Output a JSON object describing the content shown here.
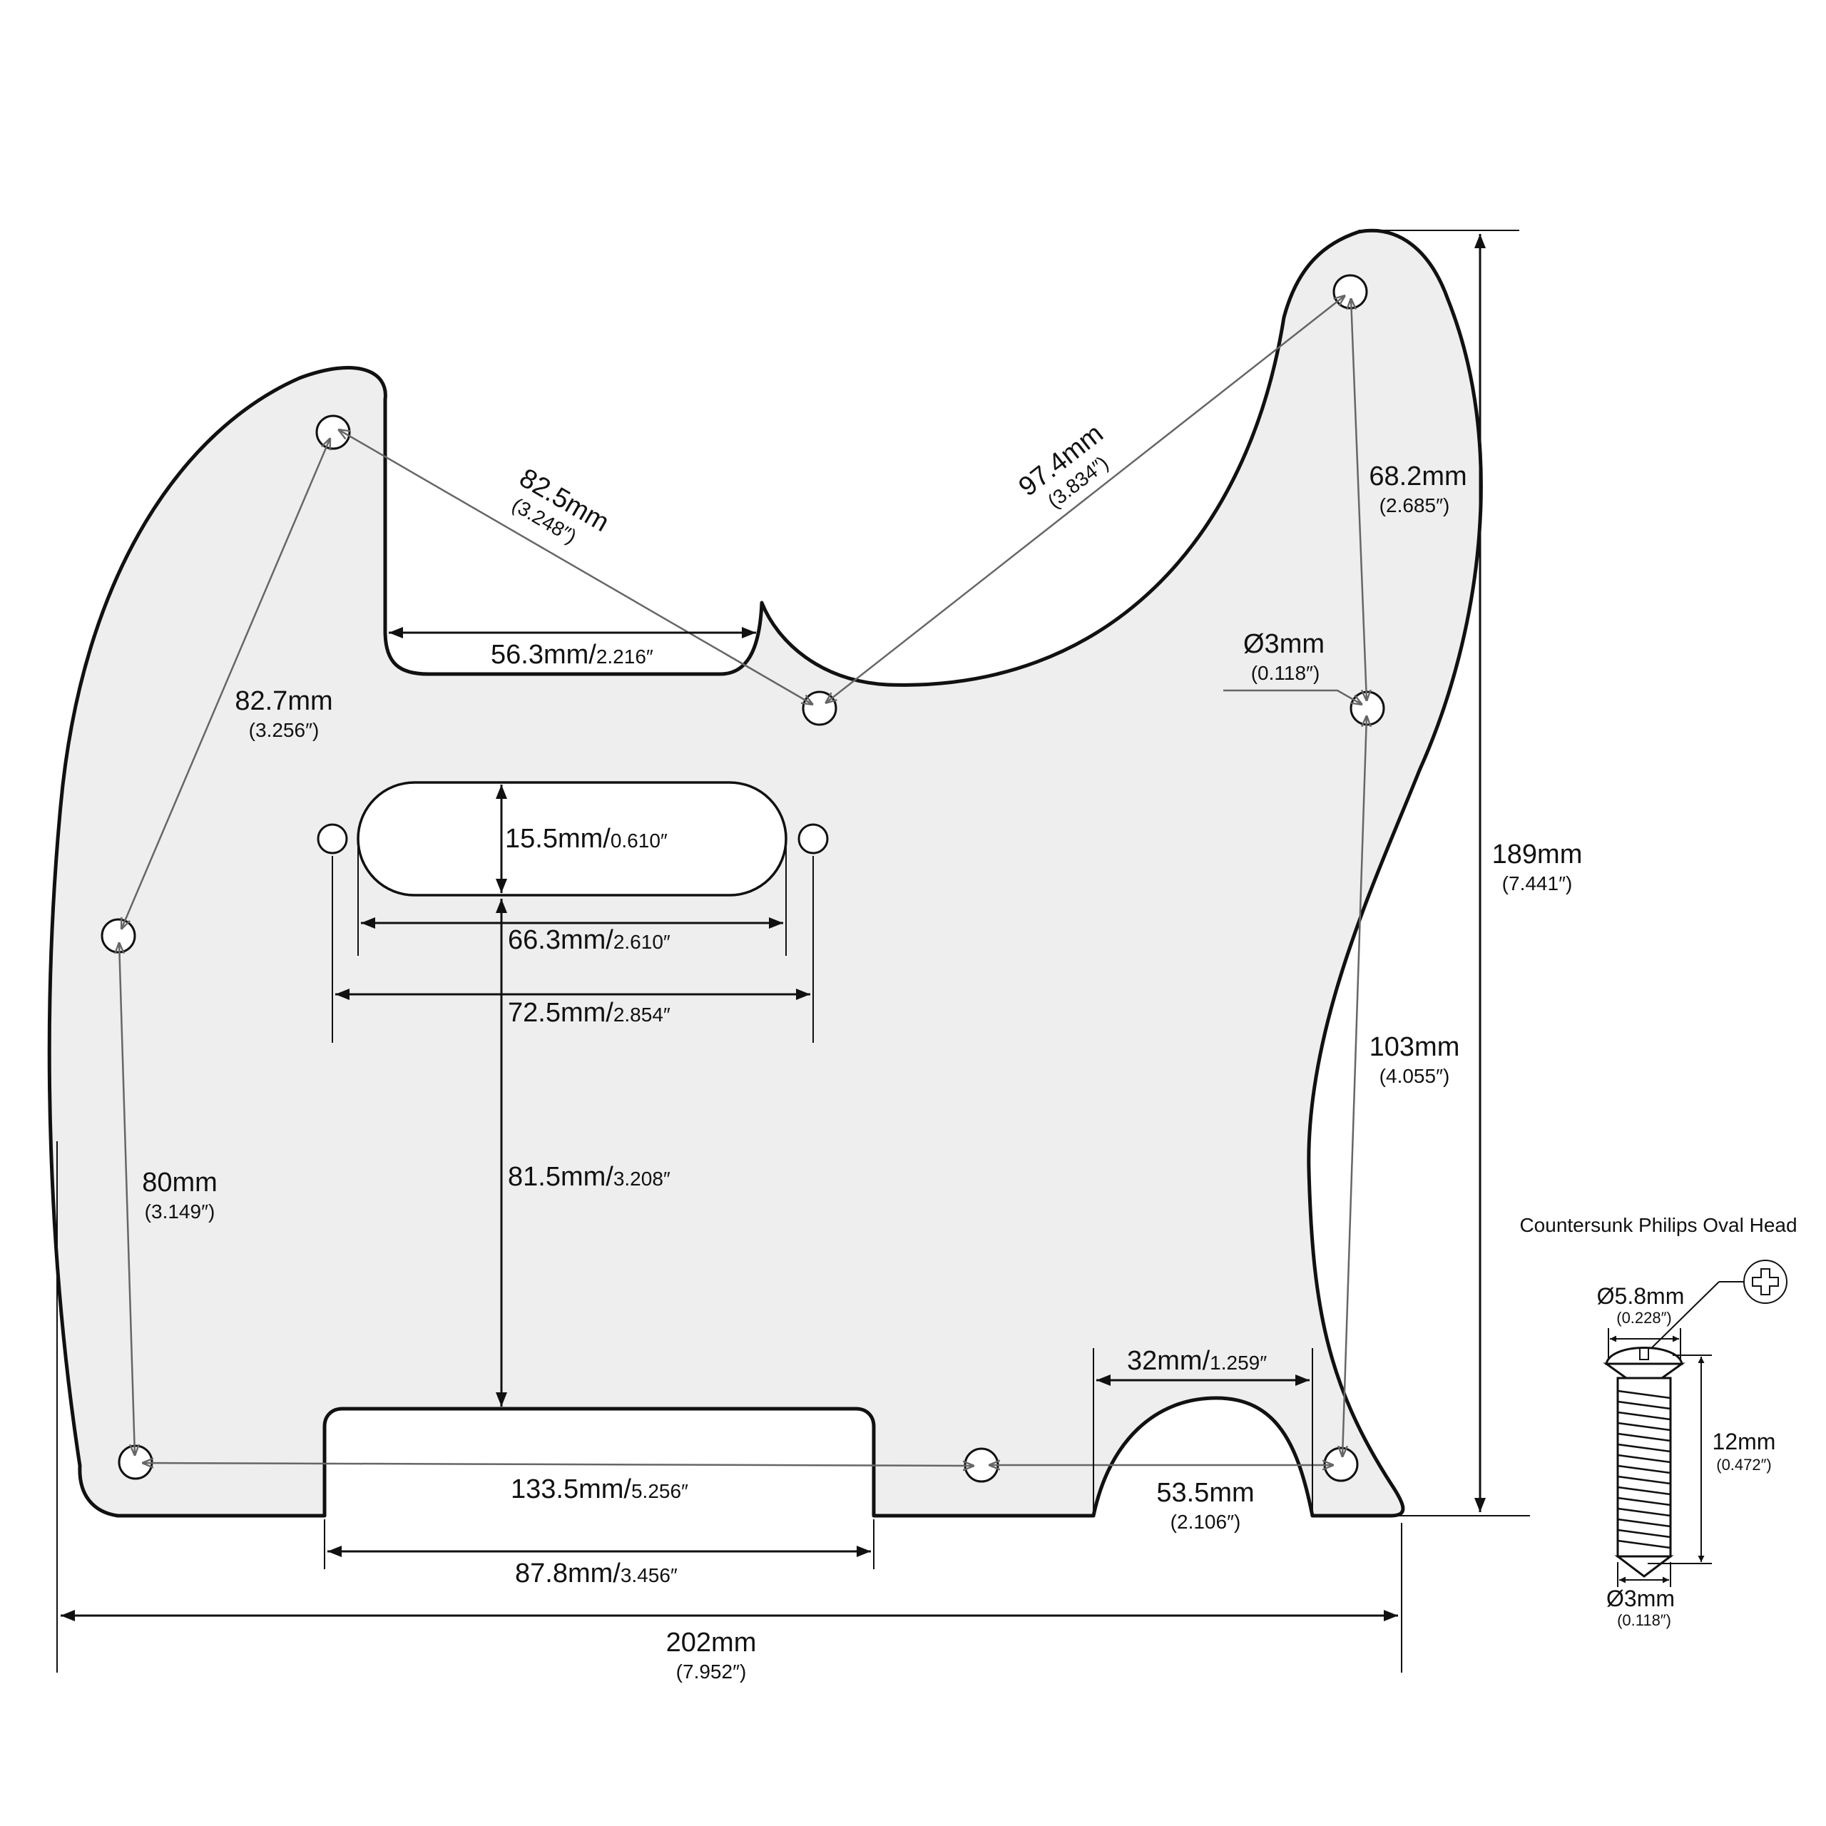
{
  "dimensions": {
    "d_82_5": {
      "main": "82.5mm",
      "sub": "(3.248″)"
    },
    "d_97_4": {
      "main": "97.4mm",
      "sub": "(3.834″)"
    },
    "d_68_2": {
      "main": "68.2mm",
      "sub": "(2.685″)"
    },
    "d_56_3": {
      "main": "56.3mm/",
      "sub": "2.216″"
    },
    "d_82_7": {
      "main": "82.7mm",
      "sub": "(3.256″)"
    },
    "d_hole": {
      "main": "Ø3mm",
      "sub": "(0.118″)"
    },
    "d_15_5": {
      "main": "15.5mm/",
      "sub": "0.610″"
    },
    "d_66_3": {
      "main": "66.3mm/",
      "sub": "2.610″"
    },
    "d_72_5": {
      "main": "72.5mm/",
      "sub": "2.854″"
    },
    "d_189": {
      "main": "189mm",
      "sub": "(7.441″)"
    },
    "d_103": {
      "main": "103mm",
      "sub": "(4.055″)"
    },
    "d_80": {
      "main": "80mm",
      "sub": "(3.149″)"
    },
    "d_81_5": {
      "main": "81.5mm/",
      "sub": "3.208″"
    },
    "d_32": {
      "main": "32mm/",
      "sub": "1.259″"
    },
    "d_133_5": {
      "main": "133.5mm/",
      "sub": "5.256″"
    },
    "d_53_5": {
      "main": "53.5mm",
      "sub": "(2.106″)"
    },
    "d_87_8": {
      "main": "87.8mm/",
      "sub": "3.456″"
    },
    "d_202": {
      "main": "202mm",
      "sub": "(7.952″)"
    }
  },
  "screw": {
    "title": "Countersunk Philips Oval Head",
    "head": {
      "main": "Ø5.8mm",
      "sub": "(0.228″)"
    },
    "length": {
      "main": "12mm",
      "sub": "(0.472″)"
    },
    "shaft": {
      "main": "Ø3mm",
      "sub": "(0.118″)"
    }
  },
  "colors": {
    "plate": "#eeeeee",
    "outline": "#111111",
    "leader": "#666666"
  }
}
